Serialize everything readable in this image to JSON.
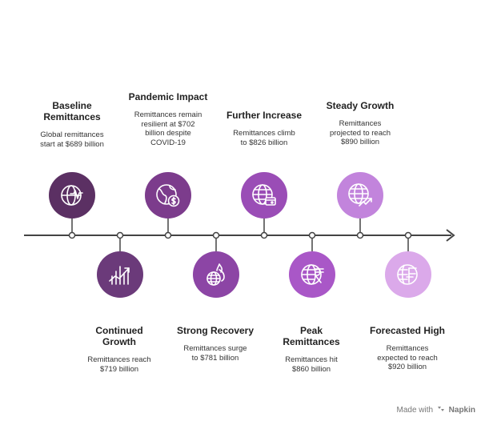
{
  "events": [
    {
      "title": "Baseline\nRemittances",
      "desc": "Global remittances\nstart at $689 billion",
      "color": "#5b3063",
      "icon": "globe-heartbeat-icon"
    },
    {
      "title": "Continued\nGrowth",
      "desc": "Remittances reach\n$719 billion",
      "color": "#6b3a7a",
      "icon": "growth-chart-icon"
    },
    {
      "title": "Pandemic Impact",
      "desc": "Remittances remain\nresilient at $702\nbillion despite\nCOVID-19",
      "color": "#7c3c8c",
      "icon": "globe-dollar-icon"
    },
    {
      "title": "Strong Recovery",
      "desc": "Remittances surge\nto $781 billion",
      "color": "#8c45a5",
      "icon": "globe-fire-icon"
    },
    {
      "title": "Further Increase",
      "desc": "Remittances climb\nto $826 billion",
      "color": "#9a4db6",
      "icon": "globe-wallet-icon"
    },
    {
      "title": "Peak\nRemittances",
      "desc": "Remittances hit\n$860 billion",
      "color": "#a957c7",
      "icon": "globe-rupee-icon"
    },
    {
      "title": "Steady Growth",
      "desc": "Remittances\nprojected to reach\n$890 billion",
      "color": "#c284dc",
      "icon": "globe-trend-icon"
    },
    {
      "title": "Forecasted High",
      "desc": "Remittances\nexpected to reach\n$920 billion",
      "color": "#dba9ea",
      "icon": "globe-currency-icon"
    }
  ],
  "footer": {
    "prefix": "Made with",
    "brand": "Napkin"
  }
}
